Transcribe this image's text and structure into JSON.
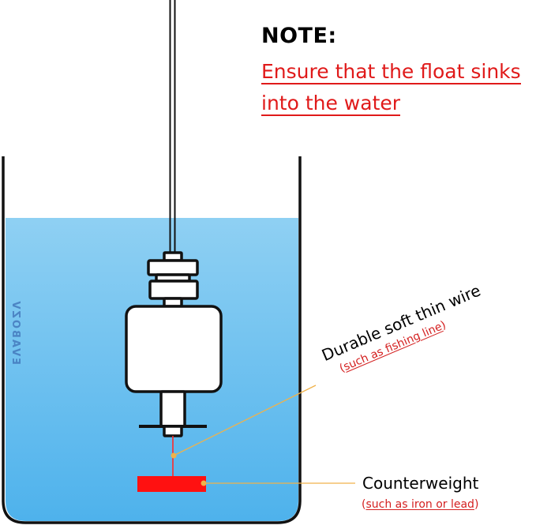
{
  "note": {
    "title": "NOTE:",
    "line1": "Ensure that the float sinks",
    "line2": "into the water"
  },
  "labels": {
    "wire": "Durable soft thin wire",
    "wire_sub": "such as fishing line",
    "counterweight": "Counterweight",
    "counterweight_sub": "such as iron or lead"
  },
  "brand": "EVABOZV",
  "colors": {
    "water_top": "#8fd0f3",
    "water_bottom": "#4eb2ec",
    "note_red": "#e01a1a",
    "counterweight": "#ff1111",
    "leader": "#f0b24a",
    "outline": "#111111"
  },
  "icons": {
    "float_switch": "float-switch-icon",
    "counterweight": "counterweight-block-icon"
  }
}
